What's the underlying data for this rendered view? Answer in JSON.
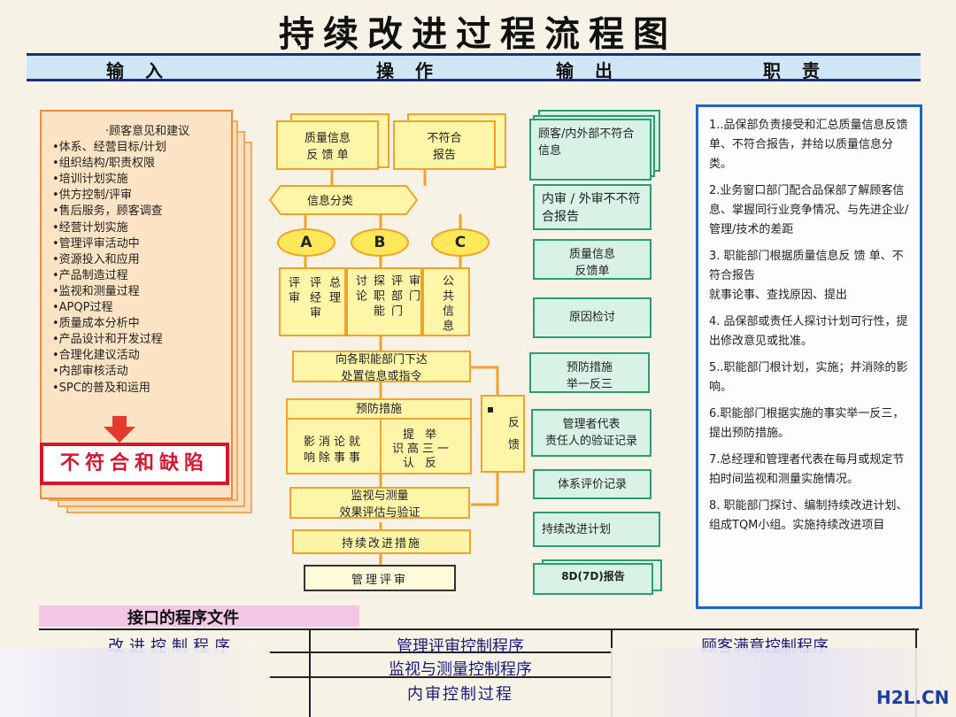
{
  "title": "持续改进过程流程图",
  "header": {
    "input": "输入",
    "operation": "操作",
    "output": "输出",
    "duty": "职责"
  },
  "inputs": {
    "items": [
      "·顾客意见和建议",
      "•体系、经营目标/计划",
      "•组织结构/职责权限",
      "•培训计划实施",
      "•供方控制/评审",
      "•售后服务，顾客调查",
      "•经营计划实施",
      "•管理评审活动中",
      "•资源投入和应用",
      "•产品制造过程",
      "•监视和测量过程",
      "•APQP过程",
      "•质量成本分析中",
      "•产品设计和开发过程",
      "•合理化建议活动",
      "•内部审核活动",
      "•SPC的普及和运用"
    ],
    "defect": "不符合和缺陷"
  },
  "flow": {
    "quality_info": "质量信息\n反 馈 单",
    "nonconform": "不符合\n报告",
    "classify": "信息分类",
    "a": "A",
    "b": "B",
    "c": "C",
    "col_a": "评评总\n审 经\n审理",
    "col_a1": "评审",
    "col_a2": "评经审",
    "col_a3": "总理",
    "col_b1": "讨论",
    "col_b2": "探职能",
    "col_b3": "评部门",
    "col_b4": "审门",
    "col_c": "公共信息",
    "dispatch": "向各职能部门下达\n处置信息或指令",
    "prevent_title": "预防措施",
    "prevent_left1": "影消论就",
    "prevent_left2": "响除事事",
    "prevent_right1": "提 举",
    "prevent_right2": "识高三一",
    "prevent_right3": "认 反",
    "feedback": "反馈",
    "monitor": "监视与测量\n效果评估与验证",
    "improve": "持续改进措施",
    "review": "管理评审"
  },
  "outputs": [
    "顾客/内外部不符合信息",
    "内审 / 外审不不符合报告",
    "质量信息\n反馈单",
    "原因检讨",
    "预防措施\n举一反三",
    "管理者代表\n责任人的验证记录",
    "体系评价记录",
    "持续改进计划",
    "8D(7D)报告"
  ],
  "duties": [
    "1..品保部负责接受和汇总质量信息反馈单、不符合报告，并给以质量信息分类。",
    "2.业务窗口部门配合品保部了解顾客信息、掌握同行业竞争情况、与先进企业/管理/技术的差距",
    "3. 职能部门根据质量信息反 馈 单、不符合报告\n就事论事、查找原因、提出",
    "4. 品保部或责任人探讨计划可行性，提出修改意见或批准。",
    "5..职能部门根计划，实施；并消除的影响。",
    "6.职能部门根据实施的事实举一反三，提出预防措施。",
    "7.总经理和管理者代表在每月或规定节拍时间监视和测量实施情况。",
    "8. 职能部门探讨、编制持续改进计划、组成TQM小组。实施持续改进项目"
  ],
  "interface": {
    "label": "接口的程序文件",
    "col1": "改进控制程序",
    "col2_rows": [
      "管理评审控制程序",
      "监视与测量控制程序",
      "内审控制过程"
    ],
    "col3": "顾客满意控制程序"
  },
  "watermark": "H2L.CN"
}
